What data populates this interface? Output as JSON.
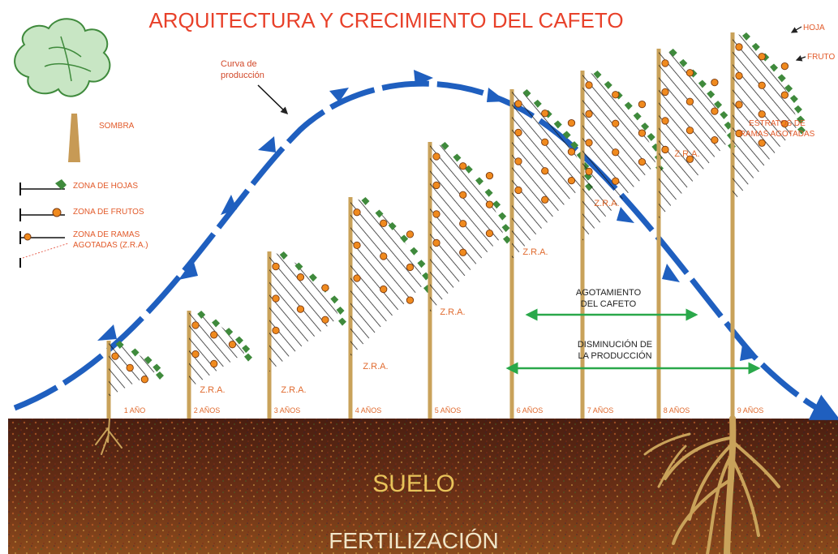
{
  "title": "ARQUITECTURA Y CRECIMIENTO DEL CAFETO",
  "shade_label": "SOMBRA",
  "curve_label_line1": "Curva de",
  "curve_label_line2": "producción",
  "legend": {
    "leaves": "ZONA DE HOJAS",
    "fruits": "ZONA DE FRUTOS",
    "zra_line1": "ZONA DE RAMAS",
    "zra_line2": "AGOTADAS (Z.R.A.)"
  },
  "callouts": {
    "leaf": "HOJA",
    "fruit": "FRUTO",
    "strata_line1": "ESTRATOS DE",
    "strata_line2": "RAMAS AGOTADAS"
  },
  "zra_abbr": "Z.R.A.",
  "years": [
    "1 AÑO",
    "2 AÑOS",
    "3 AÑOS",
    "4 AÑOS",
    "5 AÑOS",
    "6 AÑOS",
    "7 AÑOS",
    "8 AÑOS",
    "9 AÑOS"
  ],
  "exhaustion_line1": "AGOTAMIENTO",
  "exhaustion_line2": "DEL CAFETO",
  "decline_line1": "DISMINUCIÓN DE",
  "decline_line2": "LA PRODUCCIÓN",
  "soil_label": "SUELO",
  "fertilization_label": "FERTILIZACIÓN",
  "colors": {
    "title": "#e8412a",
    "arrow": "#1f5fbf",
    "green_arrow": "#2aa84a",
    "stem": "#c9a25a",
    "leaf": "#3f8a3c",
    "fruit": "#f08a1e",
    "soil": "#5a2a14"
  }
}
